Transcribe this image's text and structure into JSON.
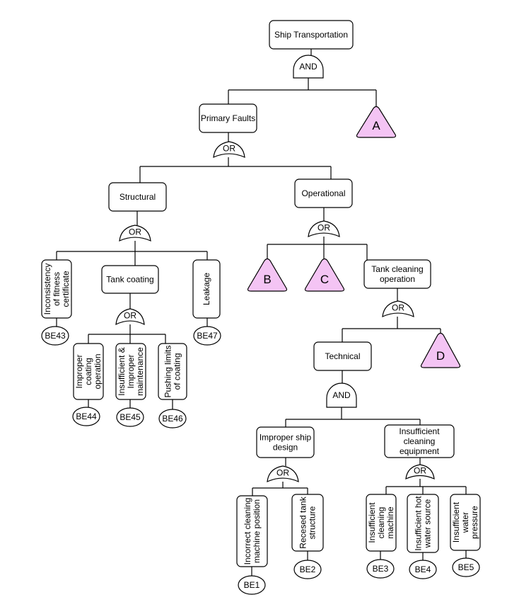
{
  "colors": {
    "transfer_fill": "#f4c4f4",
    "stroke": "#000000",
    "background": "#ffffff"
  },
  "nodes": {
    "ship": "Ship Transportation",
    "primary": "Primary Faults",
    "structural": "Structural",
    "operational": "Operational",
    "inconsistency": [
      "Inconsistency",
      "of fitness",
      "certificate"
    ],
    "tank_coating": "Tank coating",
    "leakage": "Leakage",
    "improper_coating": [
      "Improper",
      "coating",
      "operation"
    ],
    "insufficient_maint": [
      "Insufficient &",
      "Improper",
      "maintenance"
    ],
    "pushing_limits": [
      "Pushing limits",
      "of coating"
    ],
    "tank_cleaning": [
      "Tank cleaning",
      "operation"
    ],
    "technical": "Technical",
    "improper_ship": [
      "Improper ship",
      "design"
    ],
    "insufficient_equip": [
      "Insufficient",
      "cleaning",
      "equipment"
    ],
    "incorrect_machine": [
      "Incorrect cleaning",
      "machine position"
    ],
    "recessed_tank": [
      "Recesed tank",
      "structure"
    ],
    "insuff_machine": [
      "Insufficient",
      "cleaning",
      "machine"
    ],
    "insuff_hot_water": [
      "Insufficient hot",
      "water source"
    ],
    "insuff_pressure": [
      "Insufficient",
      "water",
      "pressure"
    ]
  },
  "gates": {
    "g_ship": "AND",
    "g_primary": "OR",
    "g_structural": "OR",
    "g_operational": "OR",
    "g_coating": "OR",
    "g_tank_cleaning": "OR",
    "g_technical": "AND",
    "g_ship_design": "OR",
    "g_equipment": "OR"
  },
  "basic_events": {
    "be43": "BE43",
    "be44": "BE44",
    "be45": "BE45",
    "be46": "BE46",
    "be47": "BE47",
    "be1": "BE1",
    "be2": "BE2",
    "be3": "BE3",
    "be4": "BE4",
    "be5": "BE5"
  },
  "transfers": {
    "a": "A",
    "b": "B",
    "c": "C",
    "d": "D"
  }
}
